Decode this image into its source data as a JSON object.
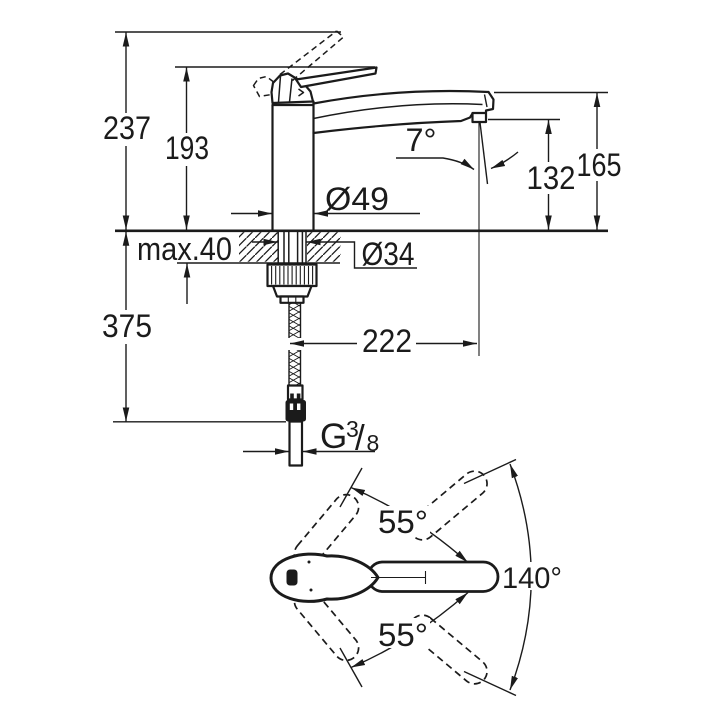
{
  "colors": {
    "ink": "#1b1b1b",
    "paper": "#ffffff"
  },
  "side_view": {
    "overall_height": "237",
    "lever_height": "193",
    "under_counter_length": "375",
    "max_counter_thickness": "max.40",
    "body_diameter": "Ø49",
    "mount_hole_diameter": "Ø34",
    "spout_reach": "222",
    "outlet_height": "132",
    "spout_end_height": "165",
    "stream_angle": "7°",
    "thread": {
      "g": "G",
      "numerator": "3",
      "slash": "/",
      "denominator": "8"
    }
  },
  "top_view": {
    "swivel_upper": "55°",
    "swivel_lower": "55°",
    "swivel_total": "140°"
  }
}
